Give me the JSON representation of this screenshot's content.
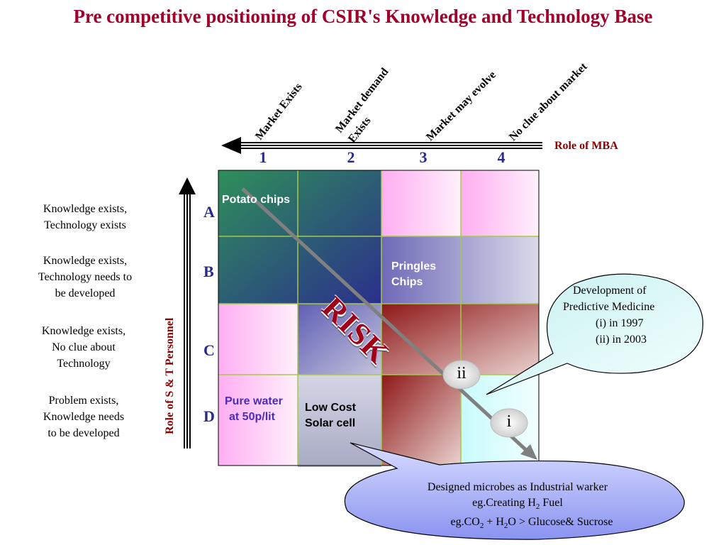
{
  "title": "Pre competitive positioning of CSIR's Knowledge and Technology Base",
  "columns": {
    "headers": [
      "Market Exists",
      "Market demand",
      "Exists",
      "Market may evolve",
      "No clue about market"
    ],
    "numbers": [
      "1",
      "2",
      "3",
      "4"
    ]
  },
  "axis_x_label": "Role of MBA",
  "axis_y_label": "Role of S & T Personnel",
  "rows": {
    "letters": [
      "A",
      "B",
      "C",
      "D"
    ],
    "descriptions": [
      [
        "Knowledge exists,",
        "Technology exists"
      ],
      [
        "Knowledge exists,",
        "Technology needs to",
        "be developed"
      ],
      [
        "Knowledge exists,",
        "No clue about",
        "Technology"
      ],
      [
        "Problem exists,",
        "Knowledge needs",
        "to be developed"
      ]
    ]
  },
  "cells": {
    "potato": "Potato chips",
    "pringles": [
      "Pringles",
      "Chips"
    ],
    "pure_water": [
      "Pure water",
      "at 50p/lit"
    ],
    "solar": [
      "Low Cost",
      "Solar cell"
    ]
  },
  "risk_label": "RISK",
  "badges": [
    "ii",
    "i"
  ],
  "callout_dev": {
    "line1": "Development of",
    "line2": "Predictive Medicine",
    "line3": "(i) in 1997",
    "line4": "(ii) in 2003"
  },
  "callout_microbes": {
    "line1": "Designed microbes as Industrial warker",
    "line2_pre": "eg.Creating H",
    "line2_sub": "2",
    "line2_post": " Fuel",
    "line3_a": "eg.CO",
    "line3_sub1": "2",
    "line3_b": " + H",
    "line3_sub2": "2",
    "line3_c": "O > Glucose& Sucrose"
  },
  "colors": {
    "title": "#a0002a",
    "label_red": "#8b0000",
    "number_blue": "#2a2a8a",
    "grid_line": "#a8c84a"
  }
}
